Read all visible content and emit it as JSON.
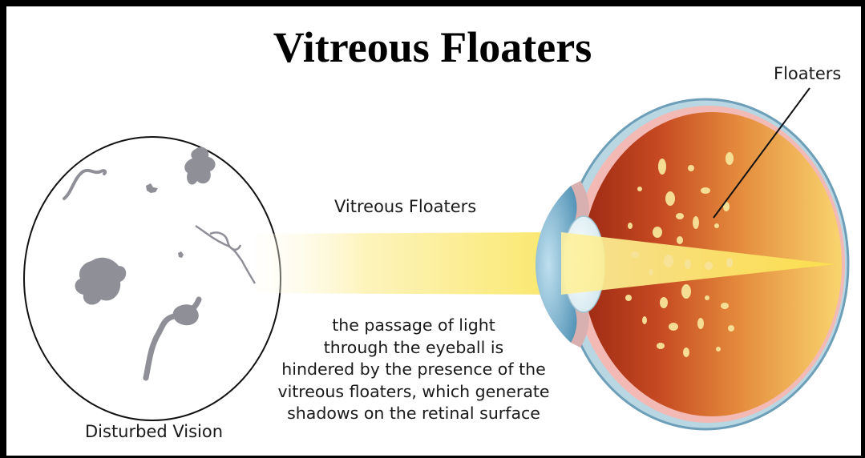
{
  "title": "Vitreous Floaters",
  "labels": {
    "floaters": "Floaters",
    "vitreous_floaters": "Vitreous Floaters",
    "disturbed_vision": "Disturbed Vision"
  },
  "caption_lines": [
    "the passage of light",
    "through the eyeball is",
    "hindered by the presence of the",
    "vitreous floaters, which generate",
    "shadows on the retinal surface"
  ],
  "colors": {
    "eye_interior_dark": "#b6381c",
    "eye_interior_light": "#f9d36a",
    "light_beam": "#fbe86a",
    "floater_spots": "#f7e69a",
    "vision_shadows": "#8c8c96",
    "sclera": "#9cc4d6"
  }
}
